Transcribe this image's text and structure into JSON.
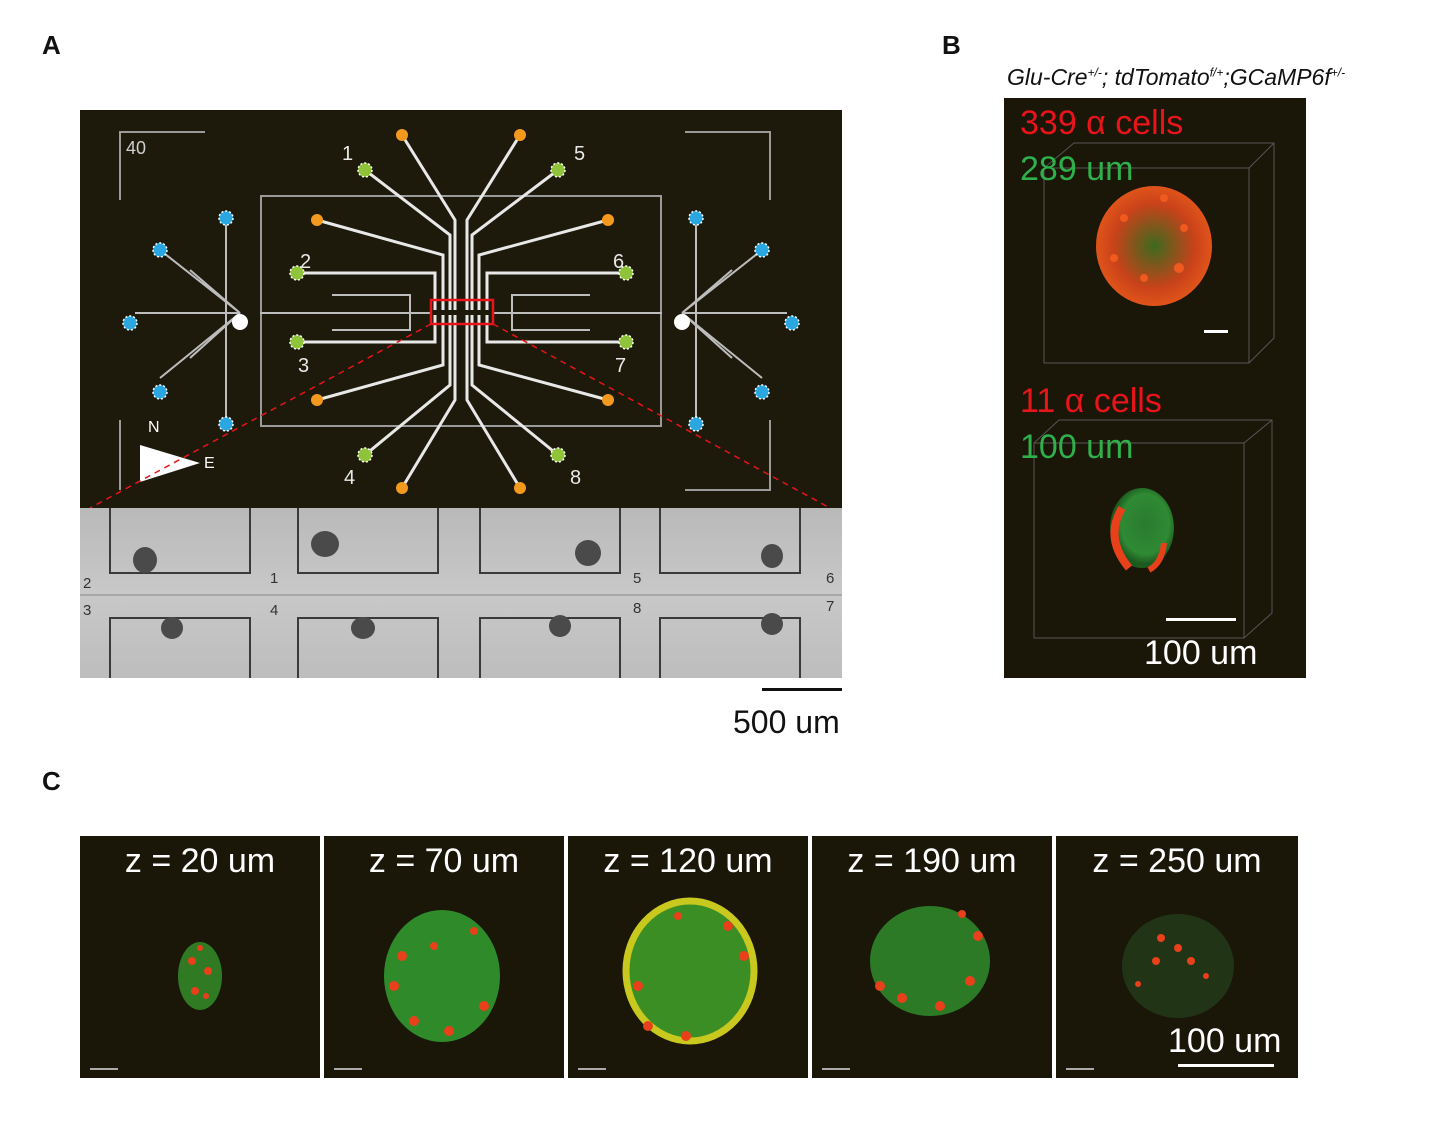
{
  "panels": {
    "a": {
      "letter": "A",
      "chip_label": "40",
      "inlet_numbers": [
        "1",
        "2",
        "3",
        "4",
        "5",
        "6",
        "7",
        "8"
      ],
      "compass_n": "N",
      "compass_e": "E",
      "micro_labels": [
        "2",
        "3",
        "1",
        "4",
        "5",
        "8",
        "6",
        "7"
      ],
      "scale_label": "500 um"
    },
    "b": {
      "letter": "B",
      "genotype": {
        "p1": "Glu-Cre",
        "s1": "+/-",
        "p2": "; tdTomato",
        "s2": "f/+",
        "p3": ";GCaMP6f",
        "s3": "+/-"
      },
      "top_count": "339 α cells",
      "top_size": "289 um",
      "bottom_count": "11 α cells",
      "bottom_size": "100 um",
      "scale_label": "100 um"
    },
    "c": {
      "letter": "C",
      "slices": [
        "z = 20 um",
        "z = 70 um",
        "z = 120 um",
        "z = 190 um",
        "z = 250 um"
      ],
      "scale_label": "100 um"
    }
  },
  "colors": {
    "red": "#e8141a",
    "green": "#2fb04a",
    "orange": "#f39a1e",
    "lime": "#8fc33a",
    "blue": "#2aa7e0"
  }
}
